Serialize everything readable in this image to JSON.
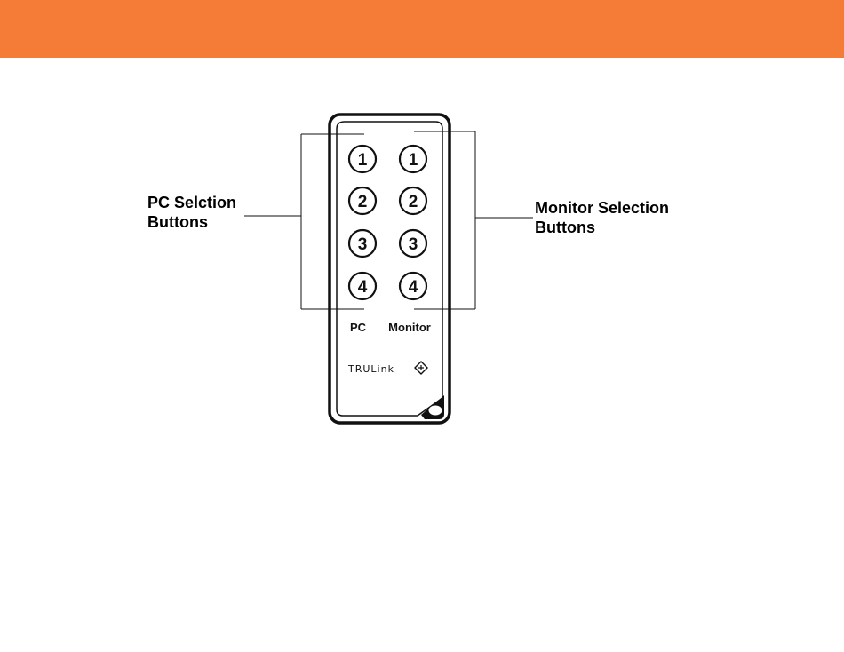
{
  "theme": {
    "header_color": "#F57C36",
    "ink": "#111111",
    "remote_body": "#ffffff"
  },
  "callouts": {
    "pc_line1": "PC Selction",
    "pc_line2": "Buttons",
    "monitor_line1": "Monitor Selection",
    "monitor_line2": "Buttons"
  },
  "remote": {
    "pc_buttons": [
      "1",
      "2",
      "3",
      "4"
    ],
    "monitor_buttons": [
      "1",
      "2",
      "3",
      "4"
    ],
    "pc_label": "PC",
    "monitor_label": "Monitor",
    "brand": "TRULink",
    "brand_icon": "trulink-diamond-logo-icon",
    "keyring_icon": "keyring-hole-icon"
  }
}
